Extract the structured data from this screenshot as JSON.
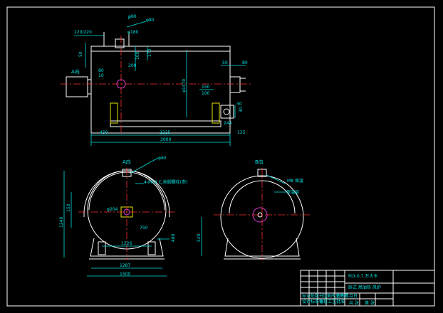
{
  "side_view": {
    "dims_top": [
      "220/220",
      "φ180",
      "φ80",
      "φ80"
    ],
    "dims_left": [
      "50",
      "80",
      "10"
    ],
    "dims_mid": [
      "100",
      "200",
      "170",
      "φ1470"
    ],
    "dims_right": [
      "50",
      "80",
      "150",
      "100",
      "30",
      "30",
      "244"
    ],
    "dims_bottom": [
      "450",
      "2225",
      "125",
      "3000"
    ],
    "label_a": "A向"
  },
  "front_view": {
    "title": "A向",
    "note_top": "φ80",
    "note_holes": "4-M12 C,地脚螺栓(参)",
    "dims": [
      "150",
      "φ204",
      "750",
      "1240",
      "1226",
      "1287",
      "1500",
      "480"
    ]
  },
  "rear_view": {
    "title": "B向",
    "note": "M8 保温",
    "note2": "保温层",
    "dims": [
      "520"
    ]
  },
  "title_block": {
    "product": "RLY-0.7 万大卡",
    "subtitle": "卧式 燃油热 风炉",
    "row_labels": [
      "标记",
      "处数",
      "分区",
      "更改文件号",
      "签名",
      "年月日"
    ],
    "row_labels2": [
      "设计",
      "标准化",
      "审核",
      "工艺",
      "批准"
    ],
    "footer": [
      "共",
      "张",
      "第",
      "张"
    ]
  }
}
